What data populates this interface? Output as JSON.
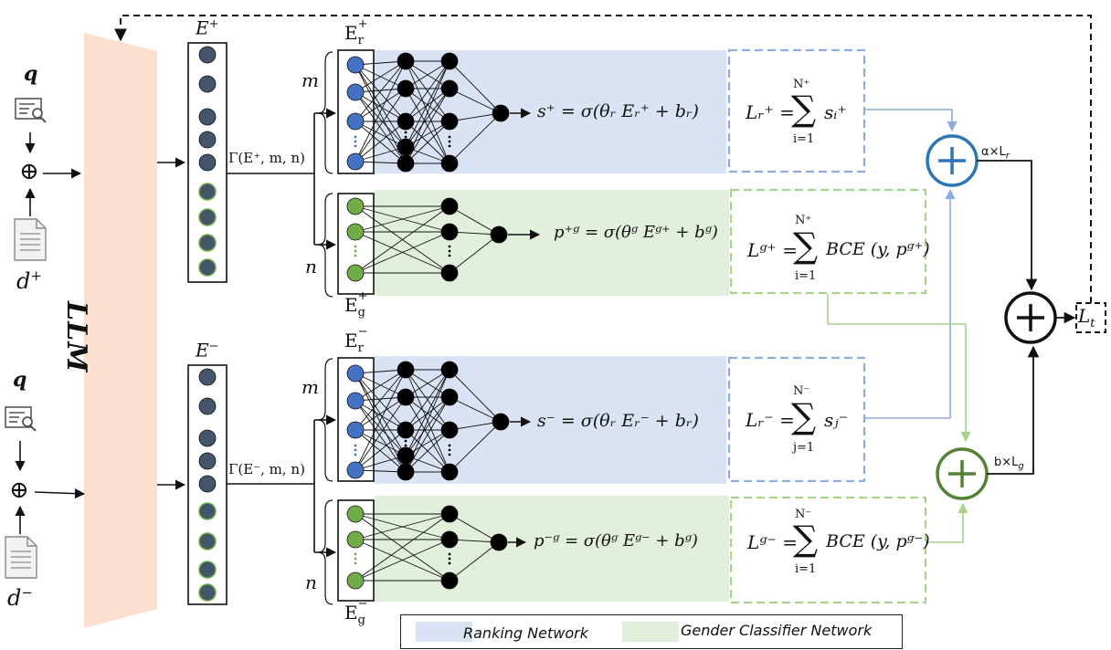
{
  "inputs": {
    "top": {
      "query": "q",
      "doc": "d",
      "doc_sup": "+"
    },
    "bottom": {
      "query": "q",
      "doc": "d",
      "doc_sup": "−"
    },
    "combine_symbol": "⊕"
  },
  "llm": {
    "label": "LLM"
  },
  "embeddings": {
    "top": {
      "label": "E",
      "sup": "+",
      "split": "Γ(E⁺, m, n)"
    },
    "bottom": {
      "label": "E",
      "sup": "−",
      "split": "Γ(E⁻, m, n)"
    },
    "m": "m",
    "n": "n"
  },
  "networks": {
    "top_rank": {
      "input_label": "E",
      "input_sub": "r",
      "input_sup": "+",
      "equation": "s⁺ = σ(θᵣ Eᵣ⁺ + bᵣ)"
    },
    "top_gen": {
      "input_label": "E",
      "input_sub": "g",
      "input_sup": "+",
      "equation": "p⁺ᵍ = σ(θᵍ Eᵍ⁺ + bᵍ)"
    },
    "bot_rank": {
      "input_label": "E",
      "input_sub": "r",
      "input_sup": "−",
      "equation": "s⁻ = σ(θᵣ Eᵣ⁻ + bᵣ)"
    },
    "bot_gen": {
      "input_label": "E",
      "input_sub": "g",
      "input_sup": "−",
      "equation": "p⁻ᵍ = σ(θᵍ Eᵍ⁻ + bᵍ)"
    }
  },
  "losses": {
    "top_rank": {
      "lhs": "Lᵣ⁺ =",
      "upper": "N⁺",
      "lower": "i=1",
      "term": "sᵢ⁺"
    },
    "top_gen": {
      "lhs": "Lᵍ⁺ =",
      "upper": "N⁺",
      "lower": "i=1",
      "term": "BCE (y, pᵍ⁺)"
    },
    "bot_rank": {
      "lhs": "Lᵣ⁻ =",
      "upper": "N⁻",
      "lower": "j=1",
      "term": "sⱼ⁻"
    },
    "bot_gen": {
      "lhs": "Lᵍ⁻ =",
      "upper": "N⁻",
      "lower": "i=1",
      "term": "BCE (y, pᵍ⁻)"
    },
    "sum_symbol": "∑"
  },
  "aggregation": {
    "rank_weight": "α×L",
    "rank_weight_sub": "r",
    "gen_weight": "b×L",
    "gen_weight_sub": "g",
    "total": "L",
    "total_sub": "t",
    "plus": "+"
  },
  "legend": {
    "ranking": "Ranking Network",
    "gender": "Gender Classifier Network"
  },
  "colors": {
    "ranking_bg": "#dae3f3",
    "gender_bg": "#e2efda",
    "ranking_node": "#4472c4",
    "gender_node": "#70ad47",
    "llm": "#fbe0d0",
    "embedding_node": "#44546a",
    "blue_line": "#8faadc",
    "green_line": "#a9d18e",
    "blue_plus": "#2e75b6",
    "green_plus": "#548235"
  },
  "icons": [
    "query-document-icon",
    "document-icon",
    "plus-circle-icon",
    "summation-icon"
  ]
}
